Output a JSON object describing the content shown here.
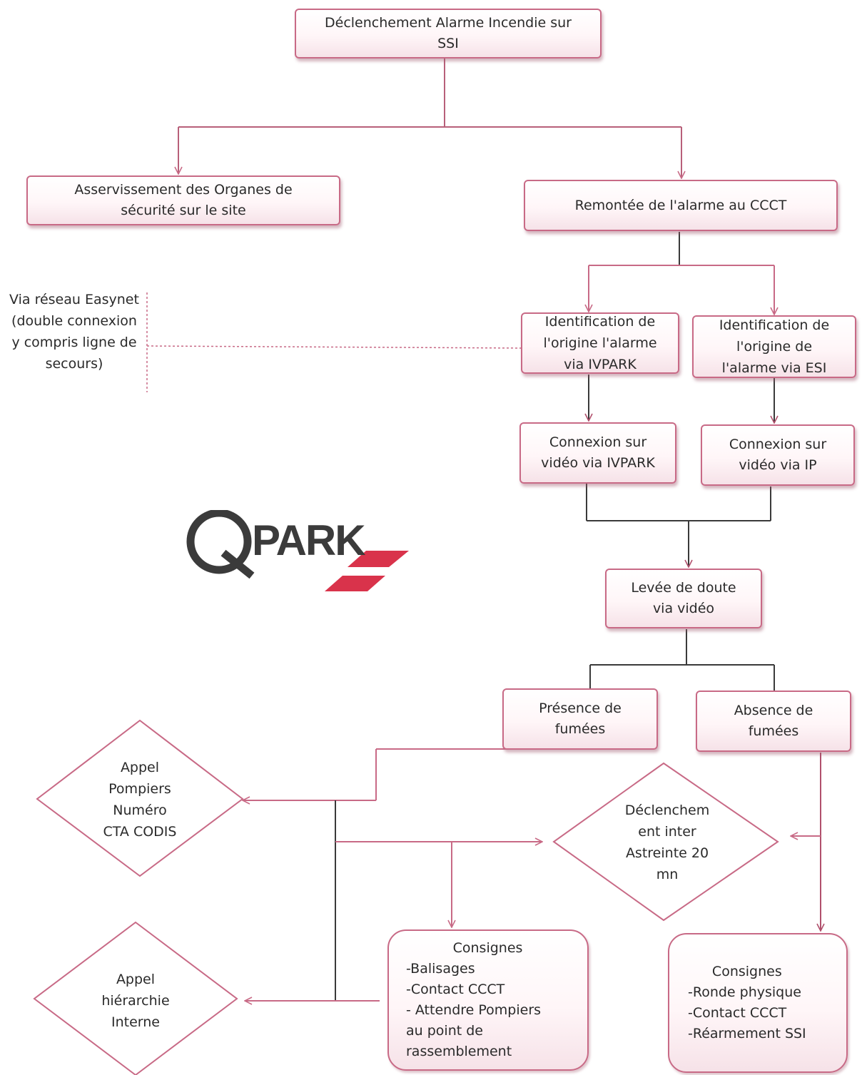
{
  "nodes": {
    "declenchement": "Déclenchement Alarme Incendie sur\nSSI",
    "asservissement": "Asservissement des Organes de\nsécurité sur le site",
    "remontee": "Remontée de l'alarme au CCCT",
    "ident_ivpark": "Identification de\nl'origine l'alarme\nvia IVPARK",
    "ident_esi": "Identification de\nl'origine de\nl'alarme via ESI",
    "connexion_ivpark": "Connexion sur\nvidéo via IVPARK",
    "connexion_ip": "Connexion sur\nvidéo via IP",
    "levee": "Levée de doute\nvia vidéo",
    "presence": "Présence de\nfumées",
    "absence": "Absence de\nfumées",
    "appel_pompiers": "Appel\nPompiers\nNuméro\nCTA CODIS",
    "declenchement_astreinte": "Déclenchem\nent inter\nAstreinte 20\nmn",
    "appel_hierarchie": "Appel\nhiérarchie\nInterne",
    "consignes_fumees": {
      "title": "Consignes",
      "lines": "-Balisages\n-Contact CCCT\n- Attendre Pompiers\nau point de\nrassemblement"
    },
    "consignes_absence": {
      "title": "Consignes",
      "lines": "-Ronde physique\n-Contact CCCT\n-Réarmement SSI"
    }
  },
  "side_note": "Via réseau Easynet\n(double connexion\ny compris ligne de\nsecours)",
  "logo": {
    "text": "PARK",
    "name": "Q-PARK logo"
  },
  "colors": {
    "line": "#c86a86",
    "dark_line": "#3a3a3a",
    "accent_red": "#d9334b",
    "logo_gray": "#3b3b3b"
  }
}
